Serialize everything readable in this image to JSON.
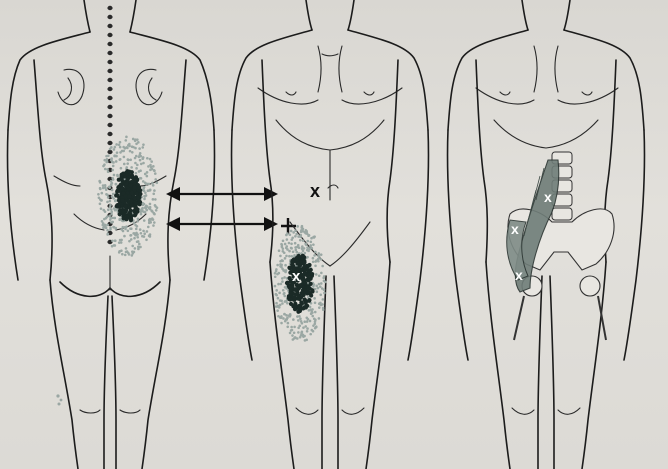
{
  "figures": [
    {
      "name": "back-view"
    },
    {
      "name": "front-view"
    },
    {
      "name": "anatomy-view"
    }
  ],
  "markers": {
    "front_trigger": "x",
    "anatomy_upper": "x",
    "anatomy_mid": "x",
    "anatomy_lower": "x",
    "thigh_trigger": "x"
  },
  "colors": {
    "background": "#dcdad5",
    "outline": "#1c1c1c",
    "referral_light": "#9aa7a3",
    "referral_dark": "#1b2a27",
    "muscle": "#6f7d78"
  }
}
